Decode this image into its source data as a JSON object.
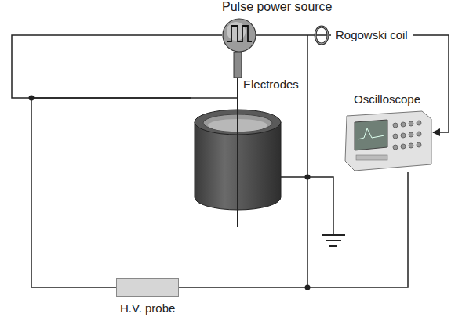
{
  "diagram": {
    "nodes": [
      {
        "text": [
          "Pulse power source"
        ]
      },
      {
        "text": [
          "Rogowski coil"
        ]
      },
      {
        "text": [
          "Electrodes"
        ]
      },
      {
        "text": [
          "Oscilloscope"
        ]
      },
      {
        "text": [
          "H.V. probe"
        ]
      }
    ],
    "edges": [
      {
        "from": 0,
        "to": 1,
        "arrow": "none"
      },
      {
        "from": 1,
        "to": 3,
        "arrow": "to"
      },
      {
        "from": 0,
        "to": 2,
        "arrow": "none"
      },
      {
        "from": 4,
        "to": 2,
        "arrow": "none"
      },
      {
        "from": 4,
        "to": 3,
        "arrow": "none"
      }
    ]
  }
}
